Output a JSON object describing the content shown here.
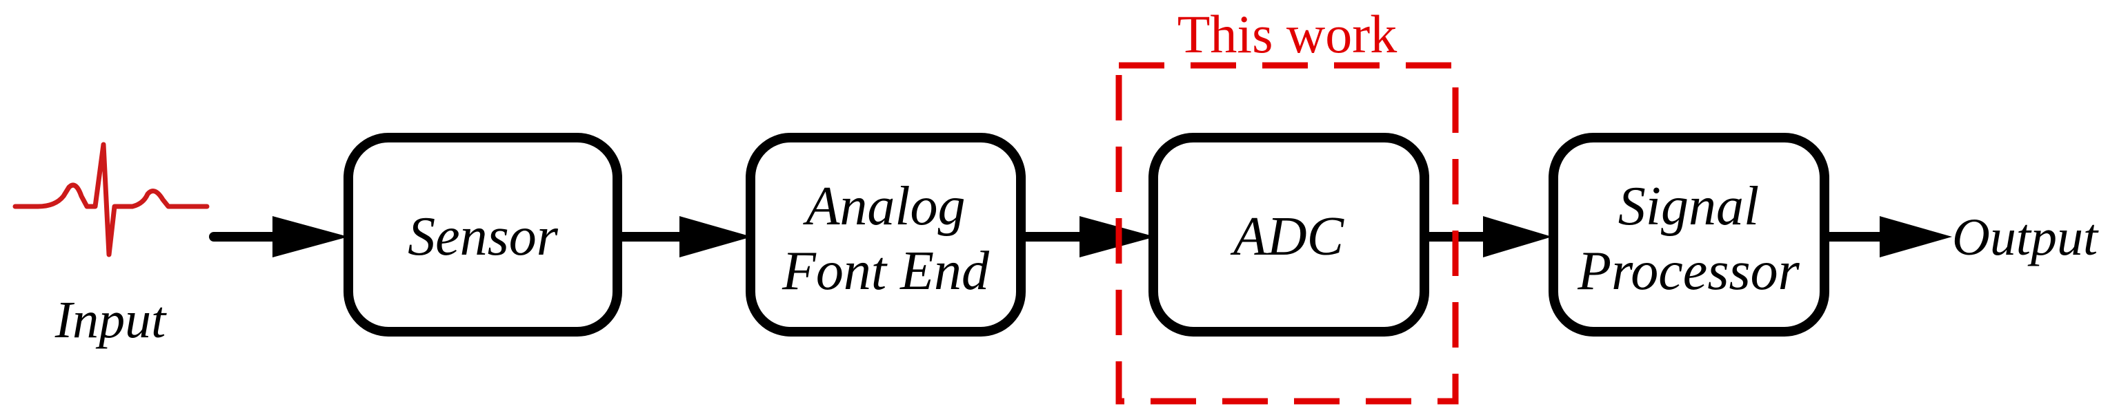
{
  "input_label": "Input",
  "output_label": "Output",
  "highlight_label": "This work",
  "blocks": [
    {
      "lines": [
        "Sensor"
      ]
    },
    {
      "lines": [
        "Analog",
        "Font End"
      ]
    },
    {
      "lines": [
        "ADC"
      ]
    },
    {
      "lines": [
        "Signal",
        "Processor"
      ]
    }
  ],
  "colors": {
    "highlight": "#e00000",
    "signal_icon": "#cc1a1a",
    "stroke": "#000000"
  },
  "icons": {
    "input": "ecg-waveform-icon"
  }
}
